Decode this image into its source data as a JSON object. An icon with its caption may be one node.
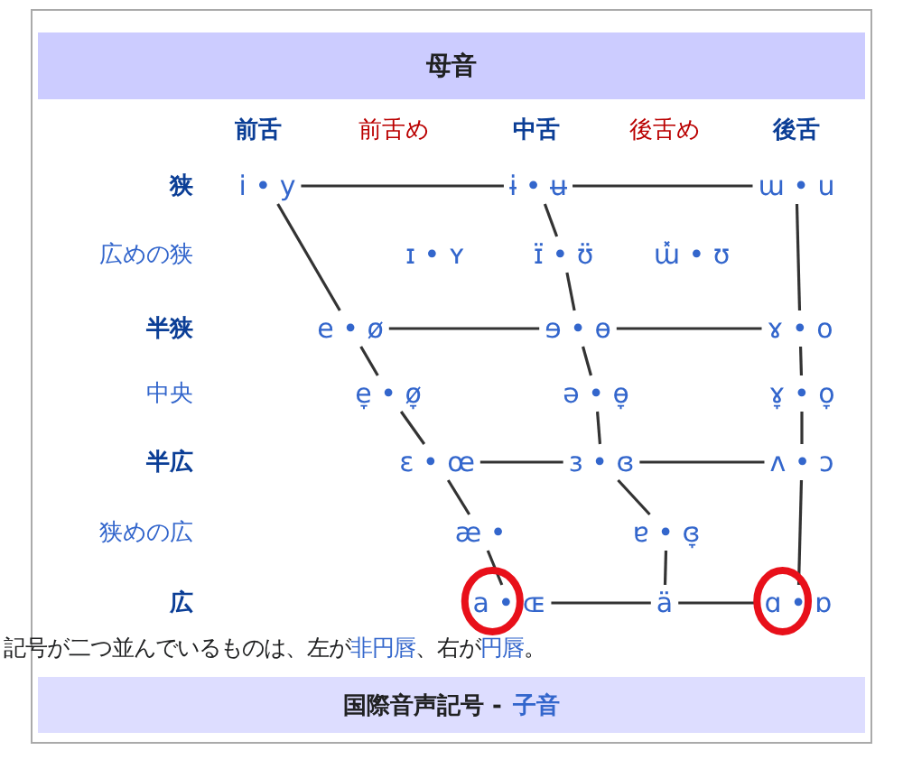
{
  "diagram": {
    "title": "母音",
    "nodes": [
      {
        "text": [
          "i • y"
        ]
      },
      {
        "text": [
          "ɨ • ʉ"
        ]
      },
      {
        "text": [
          "ɯ • u"
        ]
      },
      {
        "text": [
          "ɪ • ʏ"
        ]
      },
      {
        "text": [
          "ɪ̈ • ʊ̈"
        ]
      },
      {
        "text": [
          "ɯ̽ • ʊ"
        ]
      },
      {
        "text": [
          "e • ø"
        ]
      },
      {
        "text": [
          "ɘ • ɵ"
        ]
      },
      {
        "text": [
          "ɤ • o"
        ]
      },
      {
        "text": [
          "e̞ • ø̞"
        ]
      },
      {
        "text": [
          "ə • ɵ̞"
        ]
      },
      {
        "text": [
          "ɤ̞ • o̞"
        ]
      },
      {
        "text": [
          "ɛ • œ"
        ]
      },
      {
        "text": [
          "ɜ • ɞ"
        ]
      },
      {
        "text": [
          "ʌ • ɔ"
        ]
      },
      {
        "text": [
          "æ •"
        ]
      },
      {
        "text": [
          "ɐ • ɞ̞"
        ]
      },
      {
        "text": [
          "a • ɶ"
        ]
      },
      {
        "text": [
          "ä"
        ]
      },
      {
        "text": [
          "ɑ • ɒ"
        ]
      }
    ],
    "edges": [
      {
        "from": 0,
        "to": 1,
        "arrow": "none"
      },
      {
        "from": 1,
        "to": 2,
        "arrow": "none"
      },
      {
        "from": 6,
        "to": 7,
        "arrow": "none"
      },
      {
        "from": 7,
        "to": 8,
        "arrow": "none"
      },
      {
        "from": 12,
        "to": 13,
        "arrow": "none"
      },
      {
        "from": 13,
        "to": 14,
        "arrow": "none"
      },
      {
        "from": 17,
        "to": 18,
        "arrow": "none"
      },
      {
        "from": 18,
        "to": 19,
        "arrow": "none"
      },
      {
        "from": 0,
        "to": 6,
        "arrow": "none"
      },
      {
        "from": 6,
        "to": 9,
        "arrow": "none"
      },
      {
        "from": 9,
        "to": 12,
        "arrow": "none"
      },
      {
        "from": 12,
        "to": 15,
        "arrow": "none"
      },
      {
        "from": 15,
        "to": 17,
        "arrow": "none"
      },
      {
        "from": 1,
        "to": 4,
        "arrow": "none"
      },
      {
        "from": 4,
        "to": 7,
        "arrow": "none"
      },
      {
        "from": 7,
        "to": 10,
        "arrow": "none"
      },
      {
        "from": 10,
        "to": 13,
        "arrow": "none"
      },
      {
        "from": 13,
        "to": 16,
        "arrow": "none"
      },
      {
        "from": 16,
        "to": 18,
        "arrow": "none"
      },
      {
        "from": 2,
        "to": 8,
        "arrow": "none"
      },
      {
        "from": 8,
        "to": 11,
        "arrow": "none"
      },
      {
        "from": 11,
        "to": 14,
        "arrow": "none"
      },
      {
        "from": 14,
        "to": 19,
        "arrow": "none"
      }
    ],
    "labels": [
      "前舌",
      "前舌め",
      "中舌",
      "後舌め",
      "後舌",
      "狭",
      "広めの狭",
      "半狭",
      "中央",
      "半広",
      "狭めの広",
      "広",
      "記号が二つ並んでいるものは、左が",
      "非円唇",
      "、右が",
      "円唇",
      "。",
      "国際音声記号 -",
      "子音"
    ]
  }
}
